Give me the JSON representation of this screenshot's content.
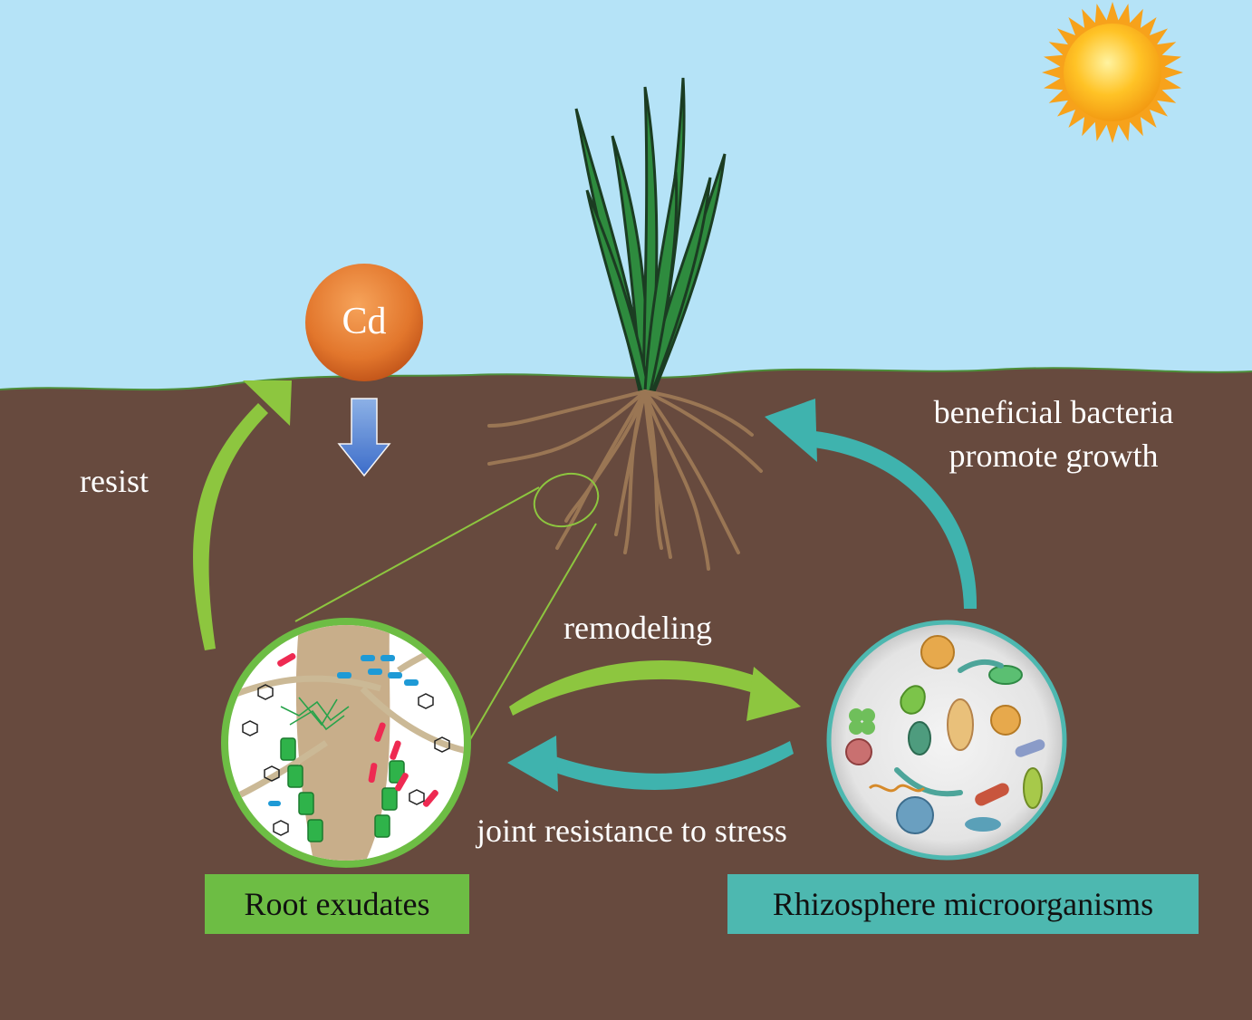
{
  "element": {
    "symbol": "Cd"
  },
  "arrows": {
    "resist": "resist",
    "beneficial_line1": "beneficial bacteria",
    "beneficial_line2": "promote growth",
    "remodeling": "remodeling",
    "joint": "joint resistance to stress"
  },
  "boxes": {
    "root_exudates": "Root exudates",
    "microorganisms": "Rhizosphere microorganisms"
  },
  "colors": {
    "sky": "#b5e3f7",
    "soil": "#674a3e",
    "green_arrow": "#8dc63f",
    "teal_arrow": "#3fb3ae",
    "root_box": "#6dbd44",
    "microbe_box": "#4db8b0",
    "cd_ball": "#e2762c"
  },
  "icons": [
    "sun-icon",
    "plant-icon",
    "cd-ball-icon",
    "down-arrow-icon",
    "magnifier-circle-icon",
    "microbe-circle-icon"
  ]
}
